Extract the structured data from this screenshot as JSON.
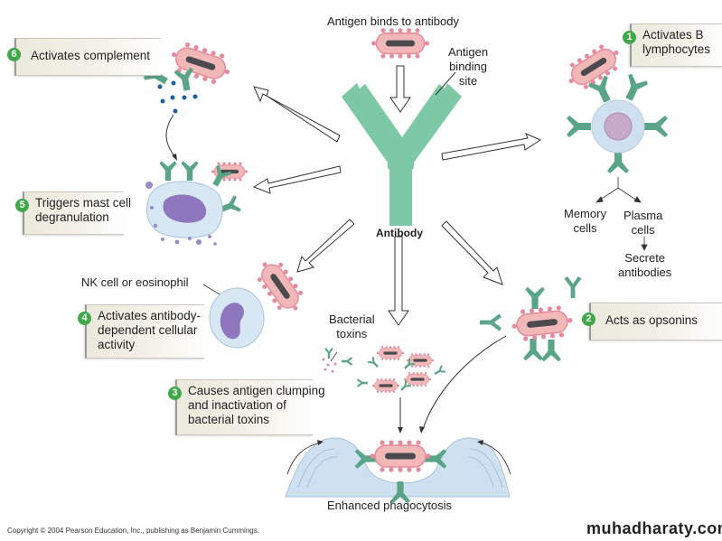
{
  "diagram": {
    "title": "Antigen binds to antibody",
    "antigen_binding_site_label": "Antigen\nbinding\nsite",
    "antibody_label": "Antibody",
    "functions": [
      {
        "number": "1",
        "label": "Activates B\nlymphocytes"
      },
      {
        "number": "2",
        "label": "Acts as opsonins"
      },
      {
        "number": "3",
        "label": "Causes antigen clumping\nand inactivation of\nbacterial toxins"
      },
      {
        "number": "4",
        "label": "Activates antibody-\ndependent cellular\nactivity"
      },
      {
        "number": "5",
        "label": "Triggers mast cell\ndegranulation"
      },
      {
        "number": "6",
        "label": "Activates complement"
      }
    ],
    "b_cell_outcomes": {
      "memory": "Memory\ncells",
      "plasma": "Plasma\ncells",
      "secrete": "Secrete\nantibodies"
    },
    "nk_label": "NK cell or eosinophil",
    "toxins_label": "Bacterial\ntoxins",
    "phagocytosis_label": "Enhanced phagocytosis",
    "colors": {
      "antibody": "#7dc9a5",
      "antibody_dark": "#4f9a7e",
      "bacterium": "#f2b8b8",
      "bacterium_dots": "#e58a9a",
      "bacterium_core": "#4a4a4f",
      "badge": "#3fa94a",
      "cell_blue": "#cfe0f0",
      "nucleus_purple": "#8e77bf"
    }
  },
  "footer": {
    "copyright": "Copyright © 2004 Pearson Education, Inc., publishing as Benjamin Cummings.",
    "watermark": "muhadharaty.com"
  }
}
